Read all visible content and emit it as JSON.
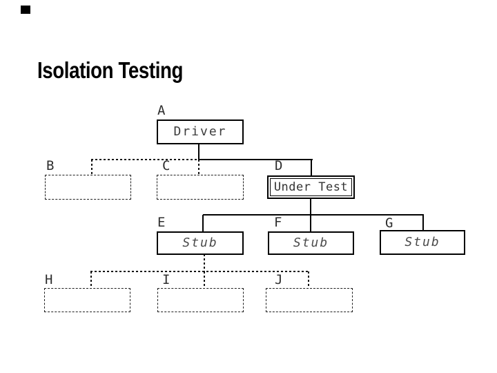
{
  "slide": {
    "title": "Isolation Testing",
    "colors": {
      "background": "#ffffff",
      "line": "#000000",
      "title_text": "#000000",
      "box_text": "#3d3d3d"
    }
  },
  "diagram": {
    "nodes": [
      {
        "id": "A",
        "label": "A",
        "text": "Driver",
        "border": "solid",
        "role": "driver"
      },
      {
        "id": "B",
        "label": "B",
        "text": "",
        "border": "dashed",
        "role": "not-included"
      },
      {
        "id": "C",
        "label": "C",
        "text": "",
        "border": "dashed",
        "role": "not-included"
      },
      {
        "id": "D",
        "label": "D",
        "text": "Under Test",
        "border": "double",
        "role": "under-test"
      },
      {
        "id": "E",
        "label": "E",
        "text": "Stub",
        "border": "solid",
        "role": "stub"
      },
      {
        "id": "F",
        "label": "F",
        "text": "Stub",
        "border": "solid",
        "role": "stub"
      },
      {
        "id": "G",
        "label": "G",
        "text": "Stub",
        "border": "solid",
        "role": "stub"
      },
      {
        "id": "H",
        "label": "H",
        "text": "",
        "border": "dashed",
        "role": "not-included"
      },
      {
        "id": "I",
        "label": "I",
        "text": "",
        "border": "dashed",
        "role": "not-included"
      },
      {
        "id": "J",
        "label": "J",
        "text": "",
        "border": "dashed",
        "role": "not-included"
      }
    ]
  }
}
